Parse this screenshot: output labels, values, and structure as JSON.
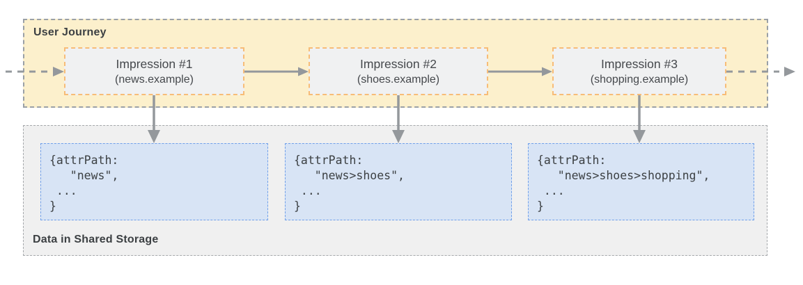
{
  "journey": {
    "title": "User Journey",
    "impressions": [
      {
        "label": "Impression #1",
        "domain": "(news.example)"
      },
      {
        "label": "Impression #2",
        "domain": "(shoes.example)"
      },
      {
        "label": "Impression #3",
        "domain": "(shopping.example)"
      }
    ]
  },
  "storage": {
    "title": "Data in Shared Storage",
    "blocks": [
      {
        "code": "{attrPath:\n   \"news\",\n ...\n}"
      },
      {
        "code": "{attrPath:\n   \"news>shoes\",\n ...\n}"
      },
      {
        "code": "{attrPath:\n   \"news>shoes>shopping\",\n ...\n}"
      }
    ]
  },
  "colors": {
    "journey_fill": "#FCF0CC",
    "journey_border": "#9AA0A6",
    "impression_fill": "#F0F1F2",
    "impression_border": "#F7BC77",
    "storage_fill": "#F0F0F0",
    "storage_border": "#A5A8AB",
    "record_fill": "#D8E4F5",
    "record_border": "#6F9FEA",
    "arrow": "#94989C",
    "text": "#3C4043"
  }
}
